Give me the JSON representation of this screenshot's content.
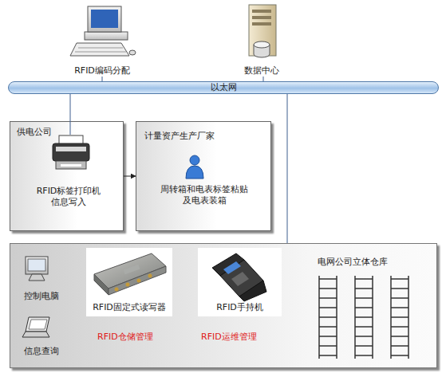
{
  "diagram": {
    "nodes": [
      {
        "text": [
          "RFID编码分配"
        ]
      },
      {
        "text": [
          "数据中心"
        ]
      },
      {
        "text": [
          "以太网"
        ]
      },
      {
        "text": [
          "供电公司"
        ]
      },
      {
        "text": [
          "RFID标签打印机 信息写入"
        ],
        "in": 3
      },
      {
        "text": [
          "计量资产生产厂家",
          "周转箱和电表标签粘贴 及电表装箱"
        ]
      },
      {
        "text": [
          "电网公司立体仓库"
        ]
      },
      {
        "text": [
          "控制电脑"
        ],
        "in": 6
      },
      {
        "text": [
          "信息查询"
        ],
        "in": 6
      },
      {
        "text": [
          "RFID固定式读写器"
        ],
        "in": 6
      },
      {
        "text": [
          "RFID手持机"
        ],
        "in": 6
      }
    ],
    "edges": [
      {
        "from": 0,
        "to": 2,
        "arrow": "none"
      },
      {
        "from": 1,
        "to": 2,
        "arrow": "none"
      },
      {
        "from": 2,
        "to": 4,
        "arrow": "none"
      },
      {
        "from": 3,
        "to": 5,
        "arrow": "to"
      },
      {
        "from": 2,
        "to": 6,
        "arrow": "none"
      }
    ],
    "labels": [
      "RFID仓储管理",
      "RFID运维管理"
    ]
  }
}
